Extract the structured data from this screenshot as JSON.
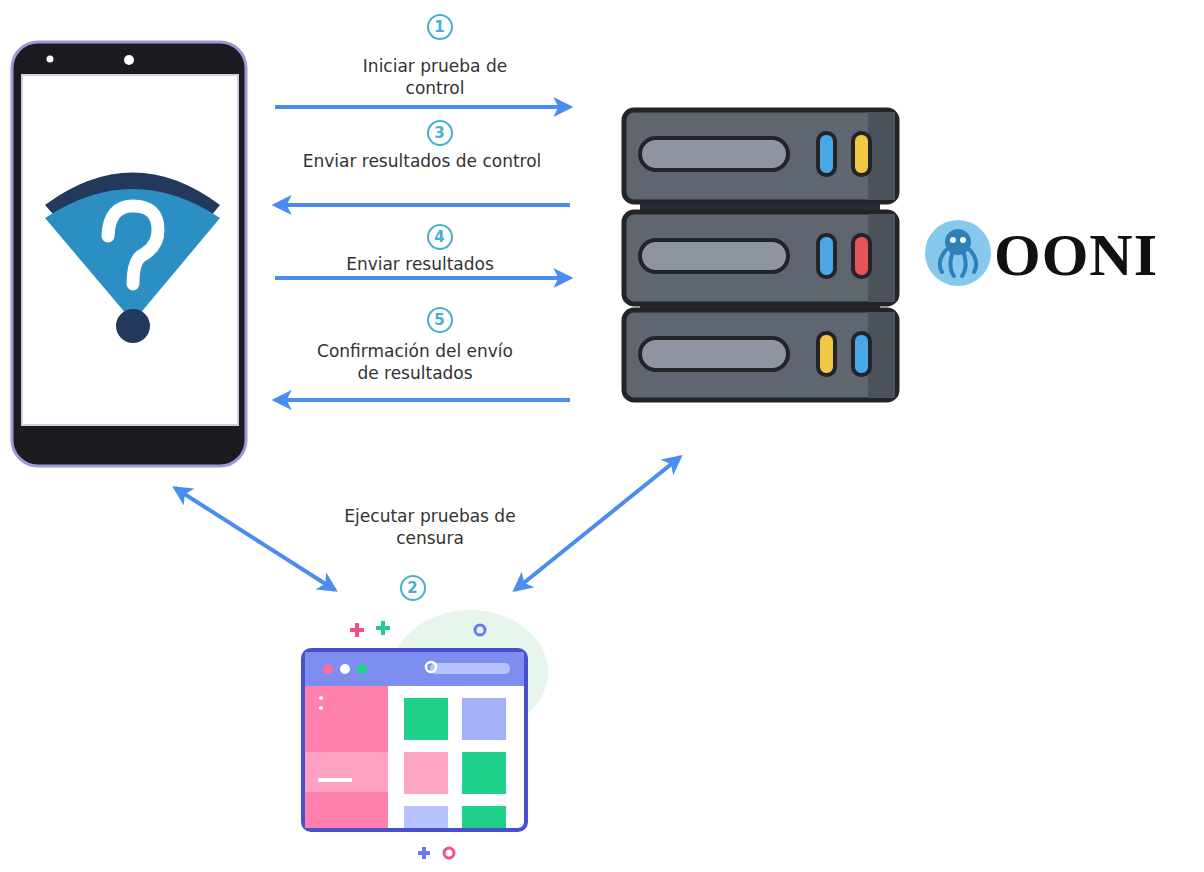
{
  "diagram": {
    "nodes": [
      {
        "text": []
      },
      {
        "text": [
          "OONI"
        ]
      },
      {
        "text": []
      }
    ],
    "edges": [
      {
        "from": 0,
        "to": 1,
        "arrow": "to",
        "label": "Iniciar prueba de control"
      },
      {
        "from": 1,
        "to": 0,
        "arrow": "to",
        "label": "Enviar resultados de control"
      },
      {
        "from": 0,
        "to": 1,
        "arrow": "to",
        "label": "Enviar resultados"
      },
      {
        "from": 1,
        "to": 0,
        "arrow": "to",
        "label": "Confirmación del envío de resultados"
      },
      {
        "from": 0,
        "to": 2,
        "arrow": "both",
        "label": "Ejecutar pruebas de censura"
      },
      {
        "from": 2,
        "to": 1,
        "arrow": "both"
      }
    ],
    "labels": [
      "1",
      "3",
      "4",
      "5",
      "2"
    ]
  }
}
